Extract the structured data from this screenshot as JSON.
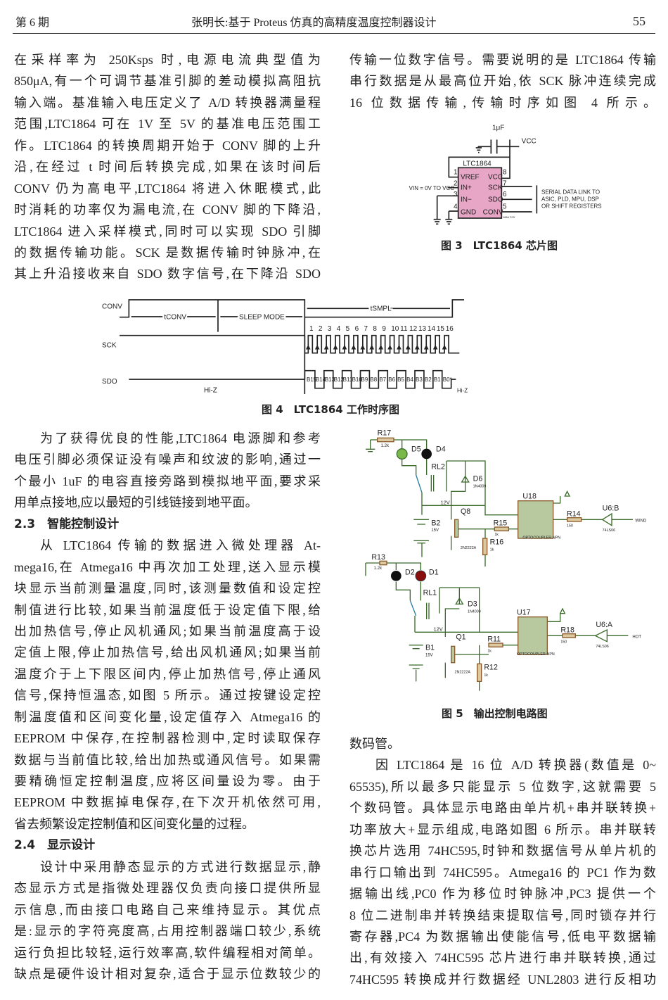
{
  "header": {
    "issue": "第 6 期",
    "title": "张明长:基于 Proteus 仿真的高精度温度控制器设计",
    "page": "55"
  },
  "left_top": [
    "在采样率为 250Ksps 时,电源电流典型值为",
    "850μA,有一个可调节基准引脚的差动模拟高阻抗",
    "输入端。基准输入电压定义了 A/D 转换器满量程",
    "范围,LTC1864 可在 1V 至 5V 的基准电压范围工",
    "作。LTC1864 的转换周期开始于 CONV 脚的上升",
    "沿,在经过 t 时间后转换完成,如果在该时间后",
    "CONV 仍为高电平,LTC1864 将进入休眠模式,此",
    "时消耗的功率仅为漏电流,在 CONV 脚的下降沿,",
    "LTC1864 进入采样模式,同时可以实现 SDO 引脚",
    "的数据传输功能。SCK 是数据传输时钟脉冲,在",
    "其上升沿接收来自 SDO 数字信号,在下降沿 SDO"
  ],
  "right_top": [
    "传输一位数字信号。需要说明的是 LTC1864 传输",
    "串行数据是从最高位开始,依 SCK 脉冲连续完成",
    "16 位数据传输,传输时序如图 4 所示。"
  ],
  "fig3": {
    "caption": "图 3　LTC1864 芯片图",
    "chip": "LTC1864",
    "cap": "1μF",
    "vcc": "VCC",
    "vin": "VIN = 0V TO VCC",
    "pins_left": [
      "VREF",
      "IN+",
      "IN−",
      "GND"
    ],
    "pins_right": [
      "VCC",
      "SCK",
      "SDO",
      "CONV"
    ],
    "nums_left": [
      "1",
      "2",
      "3",
      "4"
    ],
    "nums_right": [
      "8",
      "7",
      "6",
      "5"
    ],
    "link": [
      "SERIAL DATA LINK TO",
      "ASIC, PLD, MPU, DSP",
      "OR SHIFT REGISTERS"
    ],
    "code": "1864 F03"
  },
  "fig4": {
    "caption": "图 4　LTC1864 工作时序图",
    "signals": [
      "CONV",
      "SCK",
      "SDO"
    ],
    "tconv": "tCONV",
    "sleep": "SLEEP MODE",
    "tsmpl": "tSMPL",
    "hiz": "Hi-Z",
    "clock": [
      "1",
      "2",
      "3",
      "4",
      "5",
      "6",
      "7",
      "8",
      "9",
      "10",
      "11",
      "12",
      "13",
      "14",
      "15",
      "16"
    ],
    "bits": [
      "B15",
      "B14",
      "B13",
      "B12",
      "B11",
      "B10",
      "B9",
      "B8",
      "B7",
      "B6",
      "B5",
      "B4",
      "B3",
      "B2",
      "B1",
      "B0*"
    ]
  },
  "left_bottom": [
    {
      "t": "为了获得优良的性能,LTC1864 电源脚和参考",
      "c": "ind"
    },
    {
      "t": "电压引脚必须保证没有噪声和纹波的影响,通过一",
      "c": ""
    },
    {
      "t": "个最小 1uF 的电容直接旁路到模拟地平面,要求采",
      "c": ""
    },
    {
      "t": "用单点接地,应以最短的引线链接到地平面。",
      "c": "end"
    },
    {
      "t": "2.3　智能控制设计",
      "c": "h"
    },
    {
      "t": "从 LTC1864 传输的数据进入微处理器 At-",
      "c": "ind"
    },
    {
      "t": "mega16,在 Atmega16 中再次加工处理,送入显示模",
      "c": ""
    },
    {
      "t": "块显示当前测量温度,同时,该测量数值和设定控",
      "c": ""
    },
    {
      "t": "制值进行比较,如果当前温度低于设定值下限,给",
      "c": ""
    },
    {
      "t": "出加热信号,停止风机通风;如果当前温度高于设",
      "c": ""
    },
    {
      "t": "定值上限,停止加热信号,给出风机通风;如果当前",
      "c": ""
    },
    {
      "t": "温度介于上下限区间内,停止加热信号,停止通风",
      "c": ""
    },
    {
      "t": "信号,保持恒温态,如图 5 所示。通过按键设定控",
      "c": ""
    },
    {
      "t": "制温度值和区间变化量,设定值存入 Atmega16 的",
      "c": ""
    },
    {
      "t": "EEPROM 中保存,在控制器检测中,定时读取保存",
      "c": ""
    },
    {
      "t": "数据与当前值比较,给出加热或通风信号。如果需",
      "c": ""
    },
    {
      "t": "要精确恒定控制温度,应将区间量设为零。由于",
      "c": ""
    },
    {
      "t": "EEPROM 中数据掉电保存,在下次开机依然可用,",
      "c": ""
    },
    {
      "t": "省去频繁设定控制值和区间变化量的过程。",
      "c": "end"
    },
    {
      "t": "2.4　显示设计",
      "c": "h"
    },
    {
      "t": "设计中采用静态显示的方式进行数据显示,静",
      "c": "ind"
    },
    {
      "t": "态显示方式是指微处理器仅负责向接口提供所显",
      "c": ""
    },
    {
      "t": "示信息,而由接口电路自己来维持显示。其优点",
      "c": ""
    },
    {
      "t": "是:显示的字符亮度高,占用控制器端口较少,系统",
      "c": ""
    },
    {
      "t": "运行负担比较轻,运行效率高,软件编程相对简单。",
      "c": ""
    },
    {
      "t": "缺点是硬件设计相对复杂,适合于显示位数较少的",
      "c": ""
    }
  ],
  "fig5": {
    "caption": "图 5　输出控制电路图",
    "labels": {
      "R17": "R17",
      "R17v": "1.2k",
      "D5": "D5",
      "D4": "D4",
      "RL2": "RL2",
      "D6": "D6",
      "D6v": "1N4009",
      "U18": "U18",
      "Q8": "Q8",
      "v12a": "12V",
      "B2": "B2",
      "B2v": "15V",
      "R15": "R15",
      "R15v": "1k",
      "R16": "R16",
      "R16v": "1k",
      "Q8v": "2N2222A",
      "R14": "R14",
      "R14v": "150",
      "U6B": "U6:B",
      "U6Bv": "74LS06",
      "WIND": "WIND",
      "opto": "OPTOCOUPLER-NPN",
      "R13": "R13",
      "R13v": "1.2k",
      "D2": "D2",
      "D1": "D1",
      "RL1": "RL1",
      "D3": "D3",
      "D3v": "1N4009",
      "U17": "U17",
      "Q1": "Q1",
      "v12b": "12V",
      "B1": "B1",
      "B1v": "15V",
      "R11": "R11",
      "R11v": "1k",
      "R12": "R12",
      "R12v": "1k",
      "Q1v": "2N2222A",
      "R18": "R18",
      "R18v": "150",
      "U6A": "U6:A",
      "U6Av": "74LS06",
      "HOT": "HOT"
    }
  },
  "right_bottom": [
    {
      "t": "数码管。",
      "c": "end"
    },
    {
      "t": "因 LTC1864 是 16 位 A/D 转换器(数值是 0~",
      "c": "ind"
    },
    {
      "t": "65535),所以最多只能显示 5 位数字,这就需要 5",
      "c": ""
    },
    {
      "t": "个数码管。具体显示电路由单片机+串并联转换+",
      "c": ""
    },
    {
      "t": "功率放大+显示组成,电路如图 6 所示。串并联转",
      "c": ""
    },
    {
      "t": "换芯片选用 74HC595,时钟和数据信号从单片机的",
      "c": ""
    },
    {
      "t": "串行口输出到 74HC595。Atmega16 的 PC1 作为数",
      "c": ""
    },
    {
      "t": "据输出线,PC0 作为移位时钟脉冲,PC3 提供一个",
      "c": ""
    },
    {
      "t": "8 位二进制串并转换结束提取信号,同时锁存并行",
      "c": ""
    },
    {
      "t": "寄存器,PC4 为数据输出使能信号,低电平数据输",
      "c": ""
    },
    {
      "t": "出,有效接入 74HC595 芯片进行串并联转换,通过",
      "c": ""
    },
    {
      "t": "74HC595 转换成并行数据经 UNL2803 进行反相功",
      "c": ""
    }
  ]
}
